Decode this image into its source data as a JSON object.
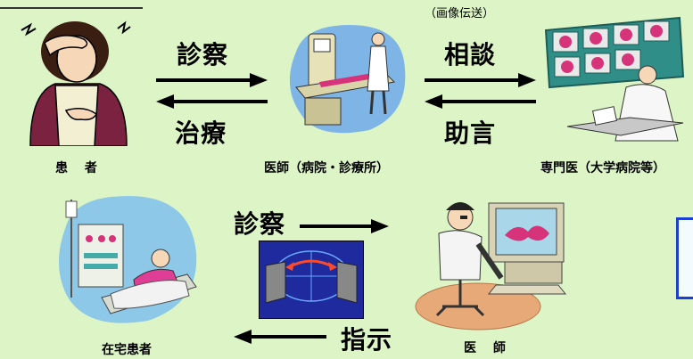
{
  "top": {
    "consult_note": "（画像伝送）",
    "arrow_shinsatsu": "診察",
    "arrow_chiryo": "治療",
    "arrow_soudan": "相談",
    "arrow_jogen": "助言",
    "patient_label": "患　 者",
    "doctor_label": "医師（病院・診療所）",
    "specialist_label": "専門医（大学病院等）"
  },
  "bottom": {
    "arrow_shinsatsu": "診察",
    "arrow_shiji": "指示",
    "home_patient_label": "在宅患者",
    "remote_doctor_label": "医　 師"
  },
  "colors": {
    "background": "#ddf5c6",
    "accent_blue": "#1a3fd1"
  }
}
